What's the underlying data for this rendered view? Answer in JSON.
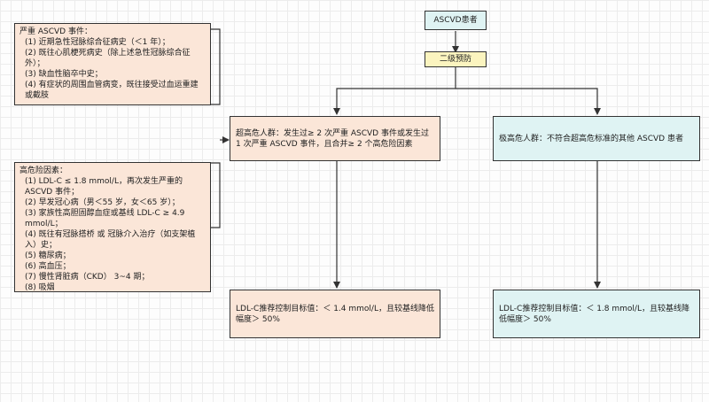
{
  "root": {
    "label": "ASCVD患者"
  },
  "secondary": {
    "label": "二级预防"
  },
  "severe_events": {
    "title": "严重 ASCVD 事件：",
    "items": [
      "(1) 近期急性冠脉综合征病史（＜1 年）；",
      "(2) 既往心肌梗死病史（除上述急性冠脉综合征外）；",
      "(3) 缺血性脑卒中史；",
      "(4) 有症状的周围血管病变，既往接受过血运重建或截肢"
    ]
  },
  "risk_factors": {
    "title": "高危险因素：",
    "items": [
      "(1) LDL-C ≤ 1.8 mmol/L，再次发生严重的 ASCVD 事件；",
      "(2) 早发冠心病（男＜55 岁，女＜65 岁）；",
      "(3) 家族性高胆固醇血症或基线 LDL-C ≥ 4.9 mmol/L；",
      "(4) 既往有冠脉搭桥 或 冠脉介入治疗（如支架植入）史；",
      "(5) 糖尿病；",
      "(6) 高血压；",
      "(7) 慢性肾脏病（CKD） 3~4 期；",
      "(8) 吸烟"
    ]
  },
  "ultra_high": {
    "label": "超高危人群：发生过≥ 2 次严重 ASCVD 事件或发生过 1 次严重 ASCVD 事件，且合并≥ 2 个高危险因素"
  },
  "very_high": {
    "label": "极高危人群：不符合超高危标准的其他 ASCVD 患者"
  },
  "target_ultra": {
    "label": "LDL-C推荐控制目标值：＜ 1.4 mmol/L，且较基线降低幅度＞ 50%"
  },
  "target_very": {
    "label": "LDL-C推荐控制目标值：＜ 1.8 mmol/L，且较基线降低幅度＞ 50%"
  }
}
